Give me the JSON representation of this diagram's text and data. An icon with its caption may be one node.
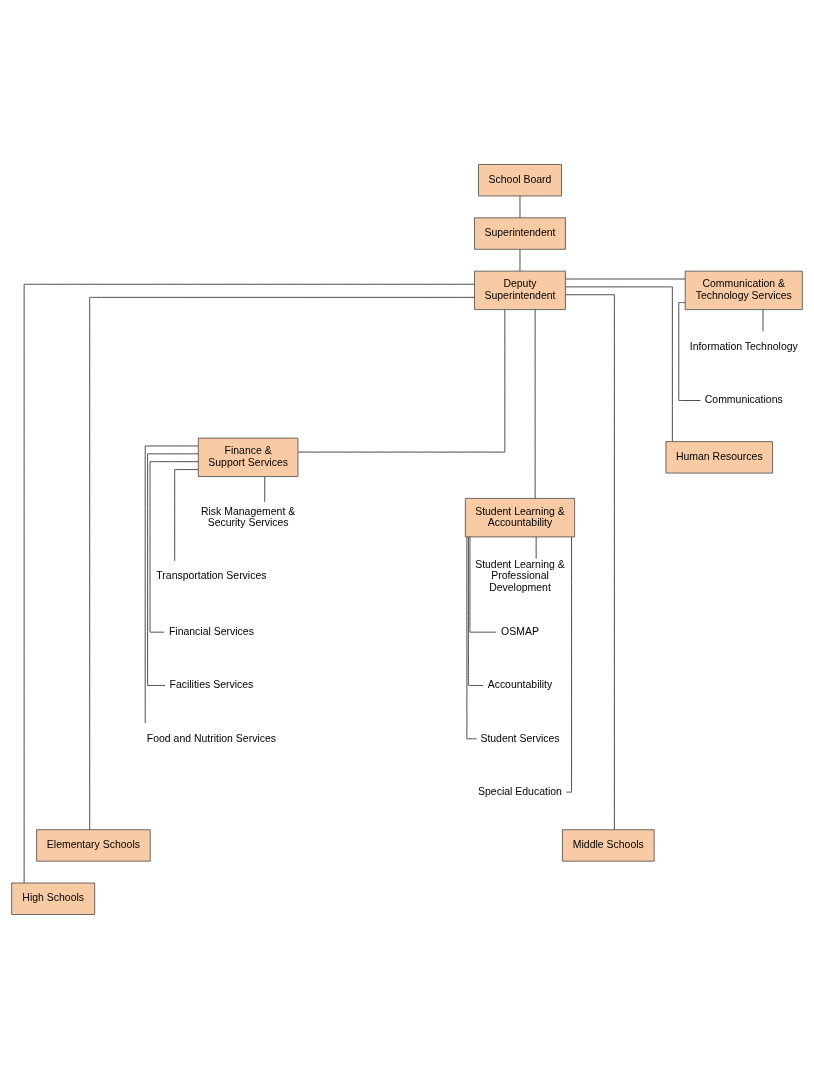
{
  "diagram": {
    "nodes": [
      {
        "text": [
          "School Board"
        ]
      },
      {
        "text": [
          "Superintendent"
        ]
      },
      {
        "text": [
          "Deputy Superintendent"
        ]
      },
      {
        "text": [
          "Communication & Technology Services"
        ]
      },
      {
        "text": [
          "Information Technology"
        ]
      },
      {
        "text": [
          "Communications"
        ]
      },
      {
        "text": [
          "Human Resources"
        ]
      },
      {
        "text": [
          "Finance & Support Services"
        ]
      },
      {
        "text": [
          "Risk Management & Security Services"
        ]
      },
      {
        "text": [
          "Transportation Services"
        ]
      },
      {
        "text": [
          "Financial Services"
        ]
      },
      {
        "text": [
          "Facilities Services"
        ]
      },
      {
        "text": [
          "Food and Nutrition Services"
        ]
      },
      {
        "text": [
          "Student Learning & Accountability"
        ]
      },
      {
        "text": [
          "Student Learning & Professional Development"
        ]
      },
      {
        "text": [
          "OSMAP"
        ]
      },
      {
        "text": [
          "Accountability"
        ]
      },
      {
        "text": [
          "Student Services"
        ]
      },
      {
        "text": [
          "Special Education"
        ]
      },
      {
        "text": [
          "Elementary Schools"
        ]
      },
      {
        "text": [
          "Middle Schools"
        ]
      },
      {
        "text": [
          "High Schools"
        ]
      }
    ],
    "edges": [
      {
        "from": 0,
        "to": 1,
        "arrow": "none"
      },
      {
        "from": 1,
        "to": 2,
        "arrow": "none"
      },
      {
        "from": 2,
        "to": 3,
        "arrow": "none"
      },
      {
        "from": 3,
        "to": 4,
        "arrow": "none"
      },
      {
        "from": 3,
        "to": 5,
        "arrow": "none"
      },
      {
        "from": 2,
        "to": 6,
        "arrow": "none"
      },
      {
        "from": 2,
        "to": 7,
        "arrow": "none"
      },
      {
        "from": 7,
        "to": 8,
        "arrow": "none"
      },
      {
        "from": 7,
        "to": 9,
        "arrow": "none"
      },
      {
        "from": 7,
        "to": 10,
        "arrow": "none"
      },
      {
        "from": 7,
        "to": 11,
        "arrow": "none"
      },
      {
        "from": 7,
        "to": 12,
        "arrow": "none"
      },
      {
        "from": 2,
        "to": 13,
        "arrow": "none"
      },
      {
        "from": 13,
        "to": 14,
        "arrow": "none"
      },
      {
        "from": 13,
        "to": 15,
        "arrow": "none"
      },
      {
        "from": 13,
        "to": 16,
        "arrow": "none"
      },
      {
        "from": 13,
        "to": 17,
        "arrow": "none"
      },
      {
        "from": 13,
        "to": 18,
        "arrow": "none"
      },
      {
        "from": 2,
        "to": 19,
        "arrow": "none"
      },
      {
        "from": 2,
        "to": 20,
        "arrow": "none"
      },
      {
        "from": 2,
        "to": 21,
        "arrow": "none"
      }
    ]
  }
}
